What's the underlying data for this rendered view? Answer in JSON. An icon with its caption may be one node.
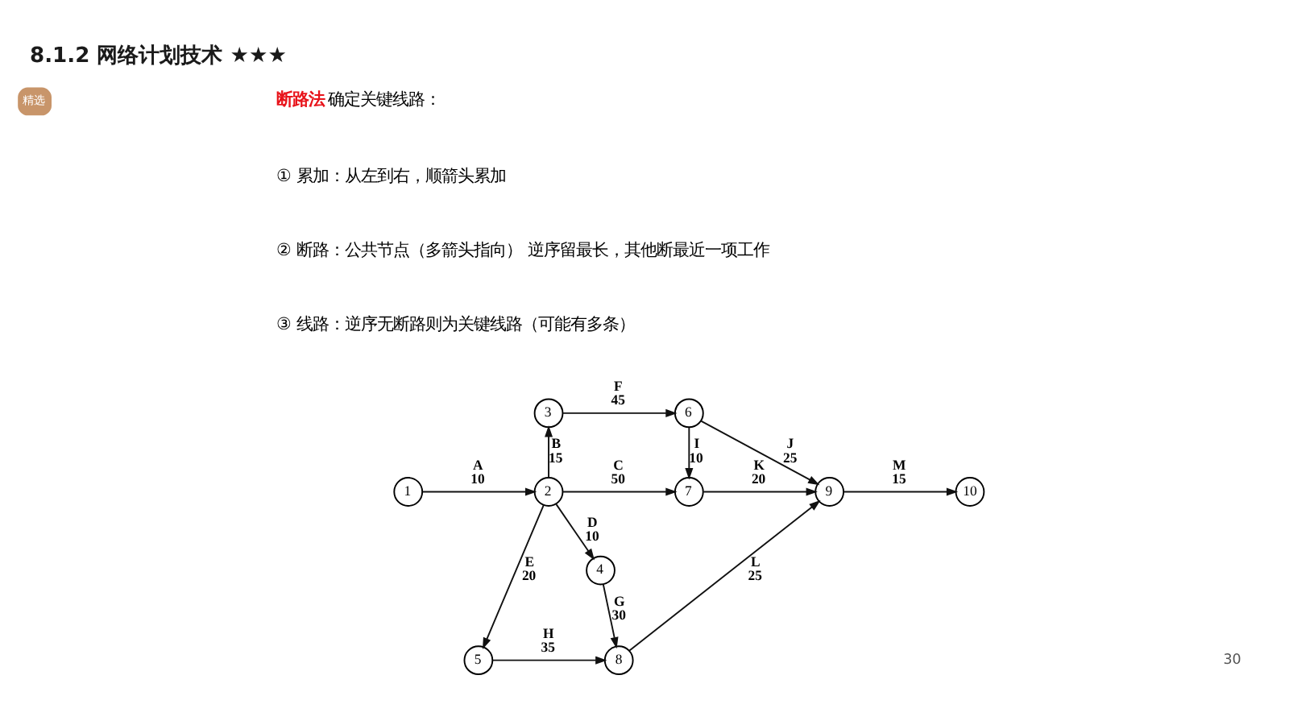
{
  "diagram": {
    "title": "8.1.2 网络计划技术 ★★★",
    "nodes": [
      {
        "text": [
          "精选"
        ]
      },
      {
        "text": [
          "1"
        ]
      },
      {
        "text": [
          "2"
        ]
      },
      {
        "text": [
          "3"
        ]
      },
      {
        "text": [
          "4"
        ]
      },
      {
        "text": [
          "5"
        ]
      },
      {
        "text": [
          "6"
        ]
      },
      {
        "text": [
          "7"
        ]
      },
      {
        "text": [
          "8"
        ]
      },
      {
        "text": [
          "9"
        ]
      },
      {
        "text": [
          "10"
        ]
      }
    ],
    "edges": [
      {
        "from": 1,
        "to": 2,
        "arrow": "to",
        "label": "A 10"
      },
      {
        "from": 2,
        "to": 3,
        "arrow": "to",
        "label": "B 15"
      },
      {
        "from": 3,
        "to": 6,
        "arrow": "to",
        "label": "F 45"
      },
      {
        "from": 6,
        "to": 9,
        "arrow": "to",
        "label": "J 25"
      },
      {
        "from": 6,
        "to": 7,
        "arrow": "to",
        "label": "I 10"
      },
      {
        "from": 2,
        "to": 7,
        "arrow": "to",
        "label": "C 50"
      },
      {
        "from": 7,
        "to": 9,
        "arrow": "to",
        "label": "K 20"
      },
      {
        "from": 9,
        "to": 10,
        "arrow": "to",
        "label": "M 15"
      },
      {
        "from": 2,
        "to": 4,
        "arrow": "to",
        "label": "D 10"
      },
      {
        "from": 4,
        "to": 8,
        "arrow": "to",
        "label": "G 30"
      },
      {
        "from": 2,
        "to": 5,
        "arrow": "to",
        "label": "E 20"
      },
      {
        "from": 5,
        "to": 8,
        "arrow": "to",
        "label": "H 35"
      },
      {
        "from": 8,
        "to": 9,
        "arrow": "to",
        "label": "L 25"
      }
    ],
    "labels": [
      "**断路法**确定关键线路：",
      "① 累加：从左到右，顺箭头累加",
      "② 断路：公共节点（多箭头指向） 逆序留最长，其他断最近一项工作",
      "③ 线路：逆序无断路则为关键线路（可能有多条）",
      "30"
    ]
  }
}
